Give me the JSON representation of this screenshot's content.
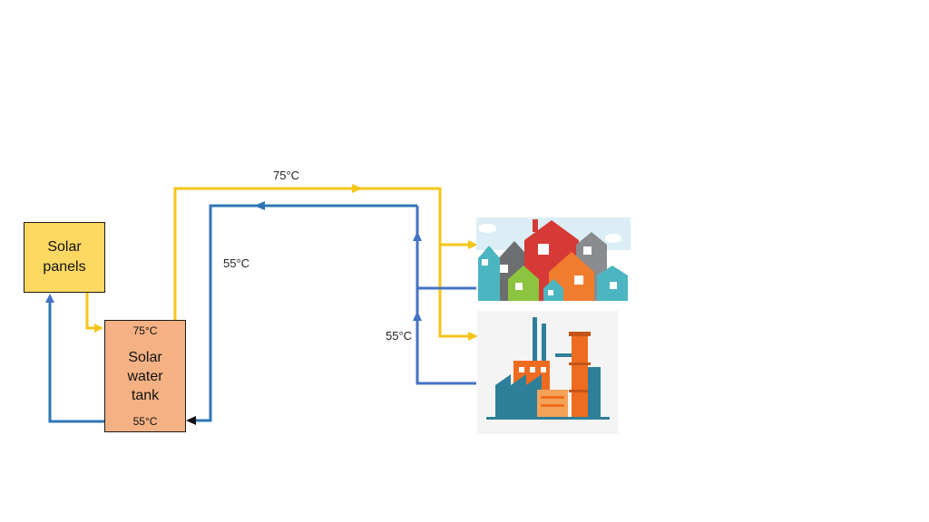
{
  "solar_panels": {
    "label": "Solar\npanels"
  },
  "tank": {
    "label": "Solar\nwater\ntank",
    "top_temp": "75°C",
    "bottom_temp": "55°C"
  },
  "pipes": {
    "supply_temp": "75°C",
    "return_temp": "55°C",
    "return_temp_consumers": "55°C"
  },
  "colors": {
    "hot_pipe": "#f5c518",
    "cold_pipe": "#2e75b6",
    "consumer_return_pipe": "#4472c4",
    "panels_fill": "#fdd863",
    "tank_fill": "#f4b183"
  },
  "consumers": [
    {
      "icon": "houses-icon"
    },
    {
      "icon": "factory-icon"
    }
  ]
}
